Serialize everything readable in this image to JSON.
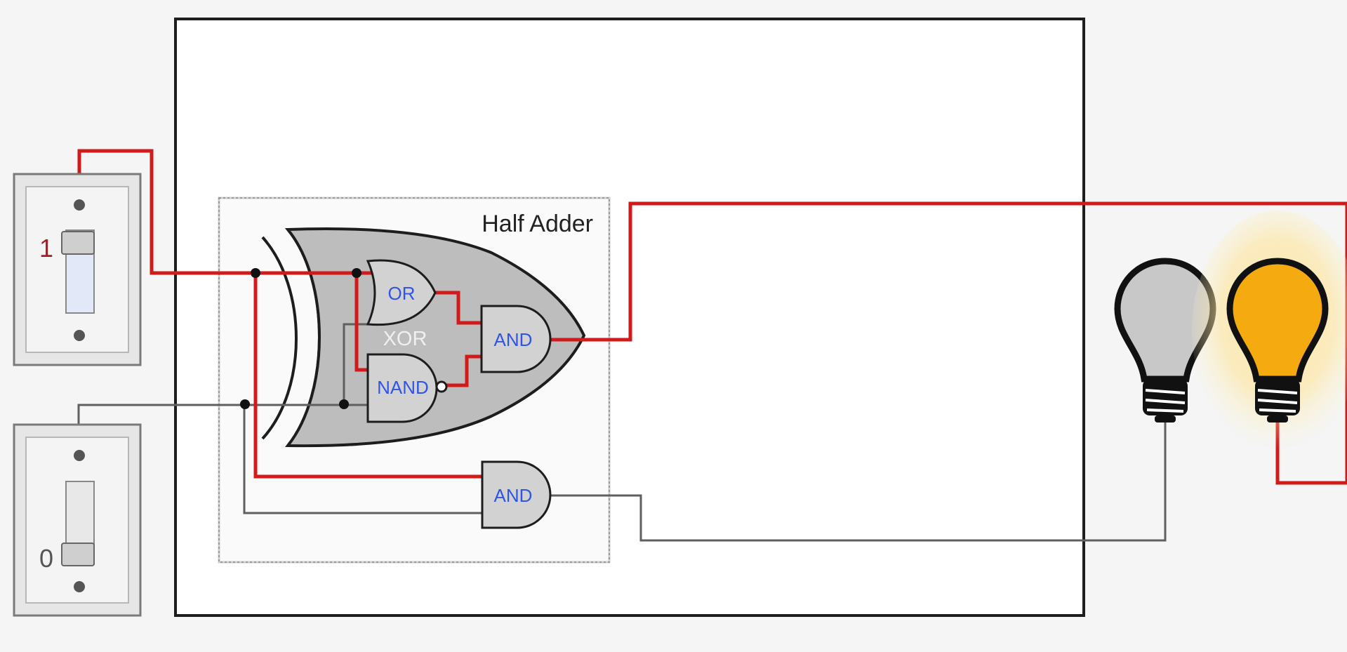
{
  "half_adder": {
    "title": "Half Adder",
    "xor_label": "XOR",
    "gates": {
      "or": "OR",
      "nand": "NAND",
      "xor_and": "AND",
      "carry_and": "AND"
    }
  },
  "switches": [
    {
      "state_label": "1",
      "label_color": "#b3161c",
      "state": "on"
    },
    {
      "state_label": "0",
      "label_color": "#555555",
      "state": "off"
    }
  ],
  "bulbs": [
    {
      "name": "carry-bulb",
      "state": "off",
      "color": "#c8c8c8"
    },
    {
      "name": "sum-bulb",
      "state": "on",
      "color": "#f5aa10"
    }
  ],
  "colors": {
    "active_wire": "#d11a1a",
    "inactive_wire": "#5f5f5f",
    "gate_fill": "#d2d2d2",
    "xor_body": "#bdbdbd",
    "text_blue": "#2f55e8"
  }
}
